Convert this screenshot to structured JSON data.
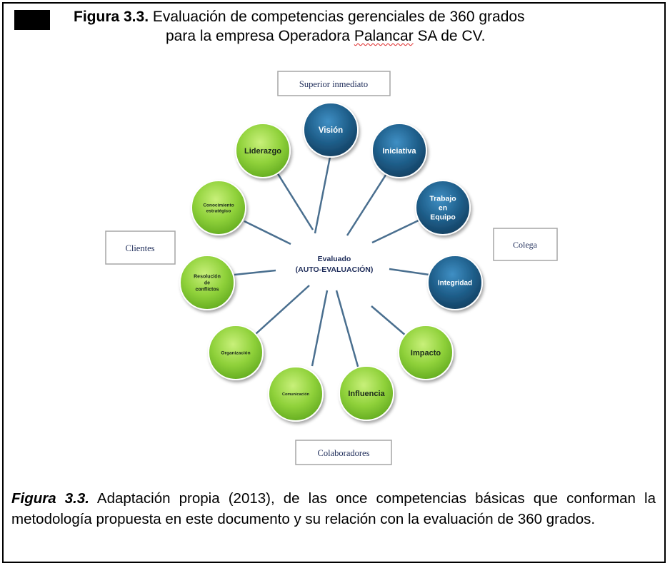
{
  "title": {
    "label": "Figura 3.3.",
    "line1": "Evaluación de competencias gerenciales de 360 grados",
    "line2_before": "para la empresa Operadora ",
    "line2_flagged": "Palancar",
    "line2_after": " SA de CV."
  },
  "diagram": {
    "center": {
      "line1": "Evaluado",
      "line2": "(AUTO-EVALUACIÓN)"
    },
    "boxes": {
      "top": "Superior  inmediato",
      "left": "Clientes",
      "right": "Colega",
      "bottom": "Colaboradores"
    },
    "competencies": [
      {
        "id": "vision",
        "lines": [
          "Visión"
        ],
        "kind": "blue"
      },
      {
        "id": "iniciativa",
        "lines": [
          "Iniciativa"
        ],
        "kind": "blue"
      },
      {
        "id": "trabajo-equipo",
        "lines": [
          "Trabajo",
          "en",
          "Equipo"
        ],
        "kind": "blue"
      },
      {
        "id": "integridad",
        "lines": [
          "Integridad"
        ],
        "kind": "blue"
      },
      {
        "id": "impacto",
        "lines": [
          "Impacto"
        ],
        "kind": "green"
      },
      {
        "id": "influencia",
        "lines": [
          "Influencia"
        ],
        "kind": "green"
      },
      {
        "id": "comunicacion",
        "lines": [
          "Comunicación"
        ],
        "kind": "green"
      },
      {
        "id": "organizacion",
        "lines": [
          "Organización"
        ],
        "kind": "green"
      },
      {
        "id": "resolucion-conflictos",
        "lines": [
          "Resolución",
          "de",
          "conflictos"
        ],
        "kind": "green"
      },
      {
        "id": "conocimiento-estrategico",
        "lines": [
          "Conocimiento",
          "estratégico"
        ],
        "kind": "green"
      },
      {
        "id": "liderazgo",
        "lines": [
          "Liderazgo"
        ],
        "kind": "green"
      }
    ],
    "colors": {
      "blue": "#1f5f8b",
      "green": "#8fd13a",
      "line": "#4a6f8f",
      "box_border": "#a6a6a6"
    }
  },
  "caption": {
    "label": "Figura 3.3.",
    "text": " Adaptación propia (2013), de las once competencias básicas que conforman la metodología propuesta en este documento y su relación con la evaluación de 360 grados."
  }
}
